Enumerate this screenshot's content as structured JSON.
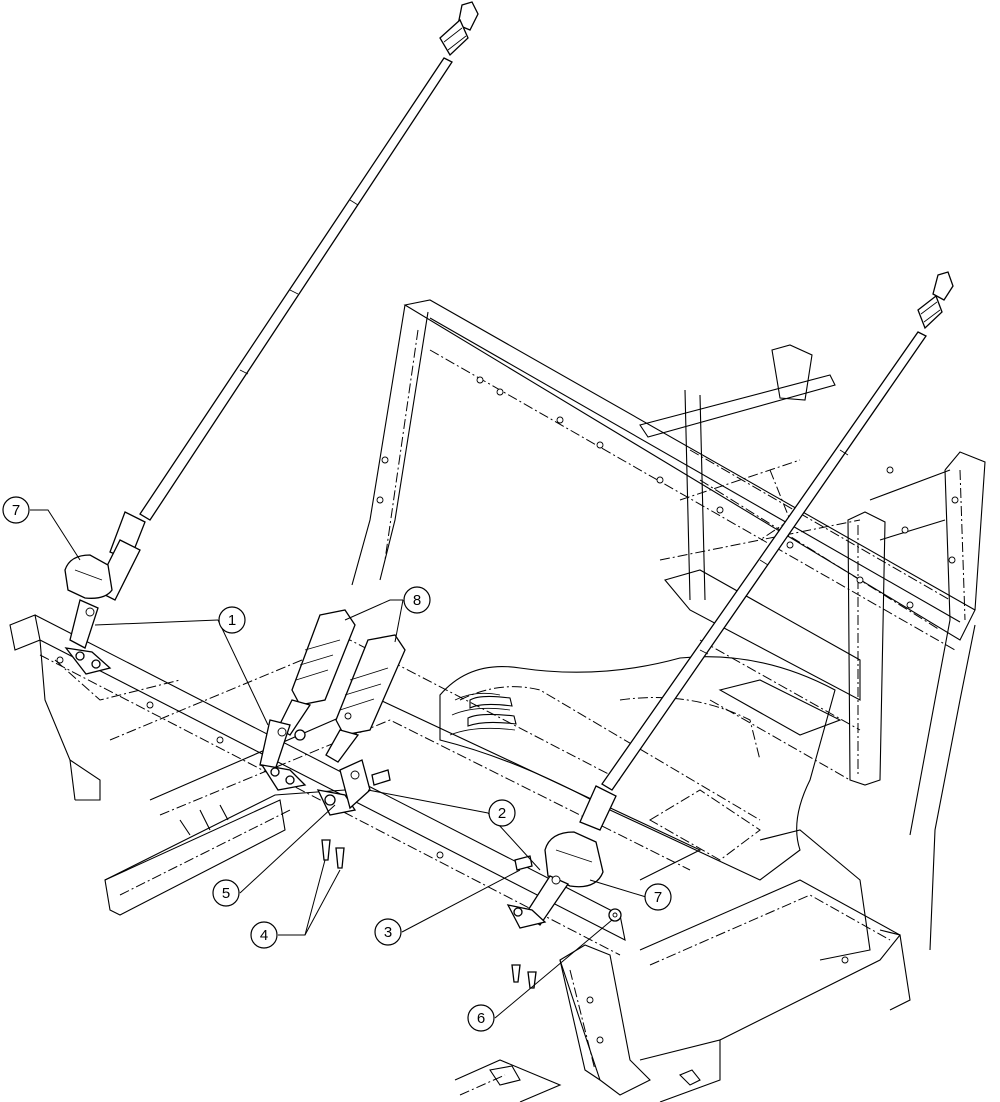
{
  "callouts": {
    "c1": "1",
    "c2": "2",
    "c3": "3",
    "c4": "4",
    "c5": "5",
    "c6": "6",
    "c7a": "7",
    "c7b": "7",
    "c8": "8"
  },
  "colors": {
    "line": "#000000",
    "background": "#ffffff"
  }
}
